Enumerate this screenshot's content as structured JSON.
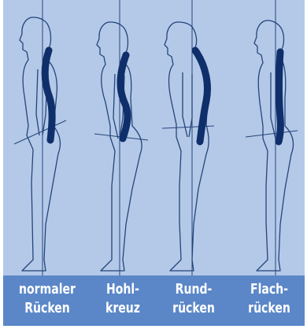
{
  "colors": {
    "background": "#b4c9e8",
    "caption_bar": "#5b87c8",
    "outline": "#24457a",
    "spine": "#0f2f6b",
    "caption_text": "#ffffff"
  },
  "figures": [
    {
      "id": "normal",
      "spine_shape": "normal-curve",
      "caption_line1": "normaler",
      "caption_line2": "Rücken"
    },
    {
      "id": "hohlkreuz",
      "spine_shape": "hollow-back",
      "caption_line1": "Hohl-",
      "caption_line2": "kreuz"
    },
    {
      "id": "rundruecken",
      "spine_shape": "round-back",
      "caption_line1": "Rund-",
      "caption_line2": "rücken"
    },
    {
      "id": "flachruecken",
      "spine_shape": "flat-back",
      "caption_line1": "Flach-",
      "caption_line2": "rücken"
    }
  ]
}
